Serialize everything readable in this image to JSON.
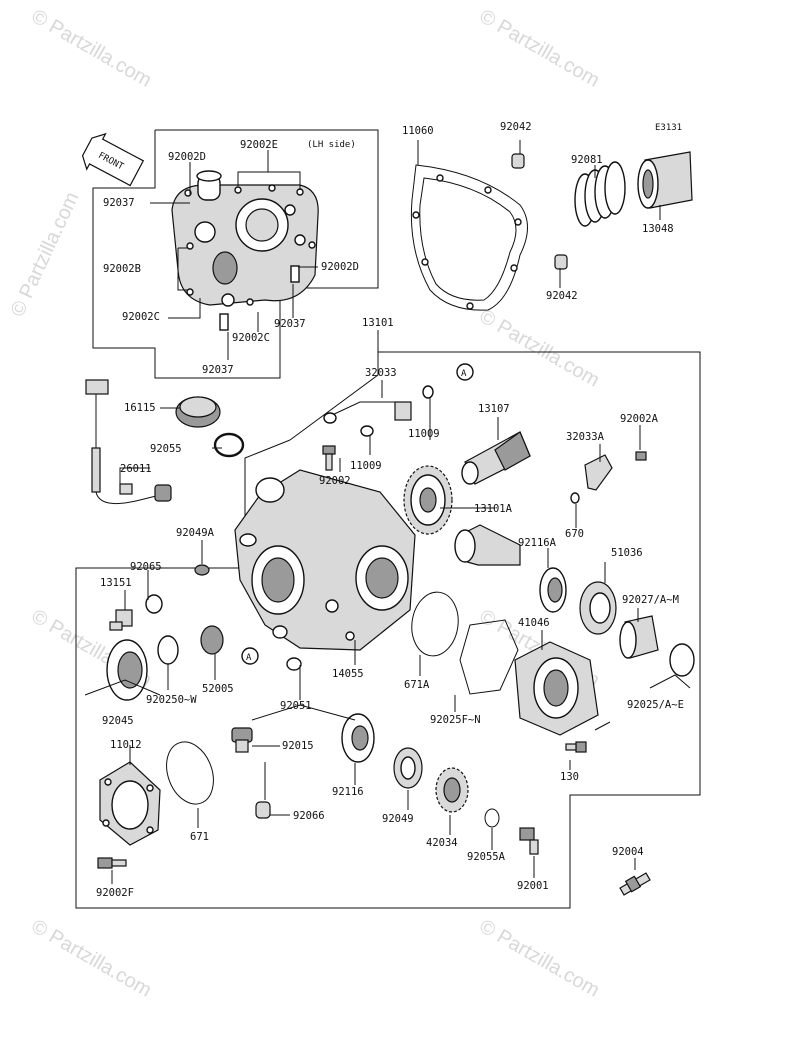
{
  "diagram_code": "E3131",
  "subassembly_note": "(LH side)",
  "front_indicator": "FRONT",
  "callout_marker": "A",
  "watermark": "© Partzilla.com",
  "part_numbers": {
    "p92002D_top": "92002D",
    "p92002E": "92002E",
    "p92037_a": "92037",
    "p92002B": "92002B",
    "p92002D_right": "92002D",
    "p92002C_left": "92002C",
    "p92037_b": "92037",
    "p92002C_right": "92002C",
    "p92037_c": "92037",
    "p11060": "11060",
    "p92042_top": "92042",
    "p92042_bottom": "92042",
    "p92081": "92081",
    "p13048": "13048",
    "p13101": "13101",
    "p16115": "16115",
    "p92055": "92055",
    "p26011": "26011",
    "p32033": "32033",
    "p11009_a": "11009",
    "p11009_b": "11009",
    "p13107": "13107",
    "p92002A": "92002A",
    "p32033A": "32033A",
    "p92002": "92002",
    "p13101A": "13101A",
    "p670": "670",
    "p92049A": "92049A",
    "p92116A": "92116A",
    "p51036": "51036",
    "p92065": "92065",
    "p13151": "13151",
    "p92027": "92027/A~M",
    "p41046": "41046",
    "p14055": "14055",
    "p671A": "671A",
    "p52005": "52005",
    "p92050": "920250~W",
    "p92045": "92045",
    "p92051": "92051",
    "p92025F": "92025F~N",
    "p92025A": "92025/A~E",
    "p11012": "11012",
    "p92015": "92015",
    "p130": "130",
    "p92116": "92116",
    "p92049": "92049",
    "p671": "671",
    "p92066": "92066",
    "p42034": "42034",
    "p92055A": "92055A",
    "p92004": "92004",
    "p92001": "92001",
    "p92002F": "92002F"
  }
}
